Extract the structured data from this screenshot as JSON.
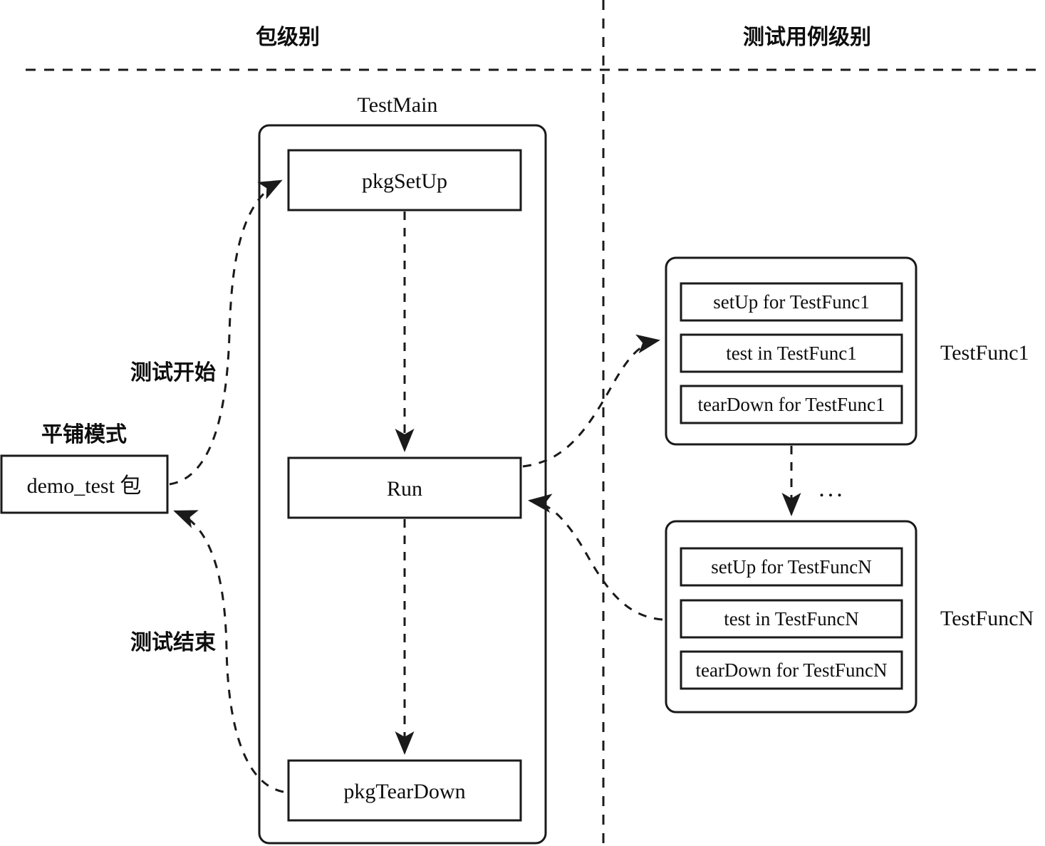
{
  "headers": {
    "left": "包级别",
    "right": "测试用例级别"
  },
  "left_panel": {
    "mode_label": "平铺模式",
    "package_box": "demo_test 包",
    "start_label": "测试开始",
    "end_label": "测试结束"
  },
  "testmain": {
    "title": "TestMain",
    "steps": [
      {
        "label": "pkgSetUp"
      },
      {
        "label": "Run"
      },
      {
        "label": "pkgTearDown"
      }
    ]
  },
  "testcases": {
    "ellipsis": "...",
    "groups": [
      {
        "side_label": "TestFunc1",
        "rows": [
          "setUp for TestFunc1",
          "test in TestFunc1",
          "tearDown for TestFunc1"
        ]
      },
      {
        "side_label": "TestFuncN",
        "rows": [
          "setUp for TestFuncN",
          "test in TestFuncN",
          "tearDown for TestFuncN"
        ]
      }
    ]
  },
  "colors": {
    "stroke": "#1a1a1a",
    "text": "#0d0d0d",
    "background": "#ffffff"
  }
}
